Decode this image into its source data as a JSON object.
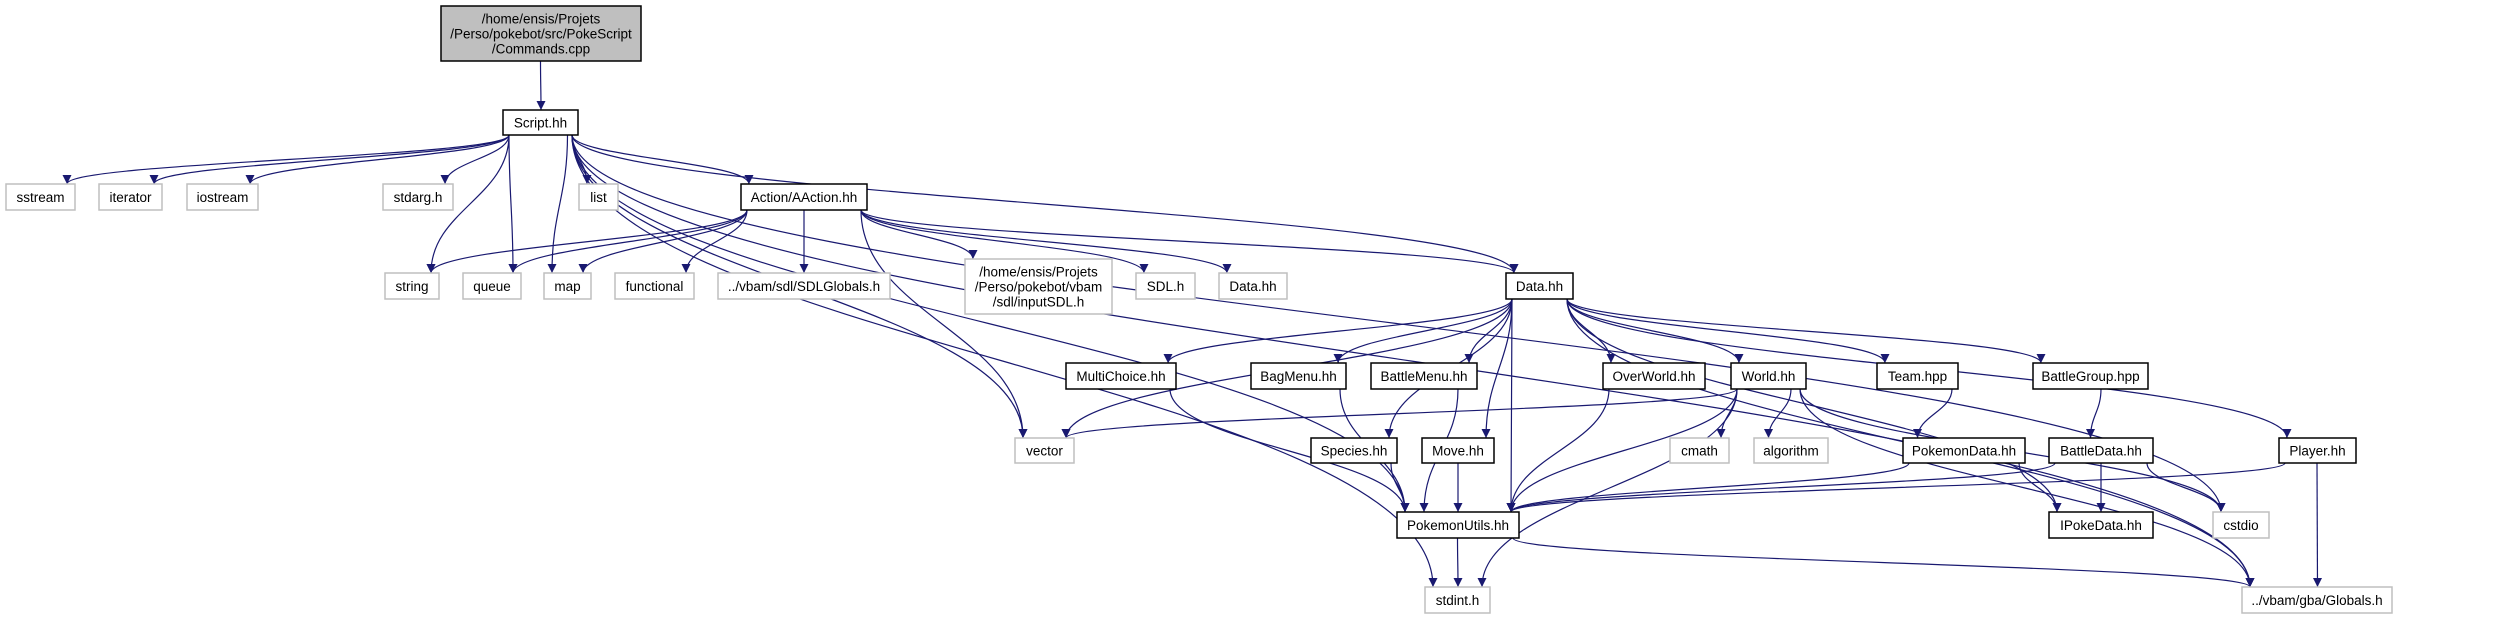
{
  "graph": {
    "edge_color": "#191970",
    "root_fill": "#bfbfbf",
    "external_border": "#bfbfbf",
    "nodes": [
      {
        "id": "commands",
        "lines": [
          "/home/ensis/Projets",
          "/Perso/pokebot/src/PokeScript",
          "/Commands.cpp"
        ],
        "kind": "root"
      },
      {
        "id": "script",
        "lines": [
          "Script.hh"
        ],
        "kind": "doc"
      },
      {
        "id": "sstream",
        "lines": [
          "sstream"
        ],
        "kind": "ext"
      },
      {
        "id": "iterator",
        "lines": [
          "iterator"
        ],
        "kind": "ext"
      },
      {
        "id": "iostream",
        "lines": [
          "iostream"
        ],
        "kind": "ext"
      },
      {
        "id": "stdarg",
        "lines": [
          "stdarg.h"
        ],
        "kind": "ext"
      },
      {
        "id": "list",
        "lines": [
          "list"
        ],
        "kind": "ext"
      },
      {
        "id": "aaction",
        "lines": [
          "Action/AAction.hh"
        ],
        "kind": "doc"
      },
      {
        "id": "string",
        "lines": [
          "string"
        ],
        "kind": "ext"
      },
      {
        "id": "queue",
        "lines": [
          "queue"
        ],
        "kind": "ext"
      },
      {
        "id": "map",
        "lines": [
          "map"
        ],
        "kind": "ext"
      },
      {
        "id": "functional",
        "lines": [
          "functional"
        ],
        "kind": "ext"
      },
      {
        "id": "sdlglobals",
        "lines": [
          "../vbam/sdl/SDLGlobals.h"
        ],
        "kind": "ext"
      },
      {
        "id": "inputsdl",
        "lines": [
          "/home/ensis/Projets",
          "/Perso/pokebot/vbam",
          "/sdl/inputSDL.h"
        ],
        "kind": "ext"
      },
      {
        "id": "sdlh",
        "lines": [
          "SDL.h"
        ],
        "kind": "ext"
      },
      {
        "id": "datahh_ext",
        "lines": [
          "Data.hh"
        ],
        "kind": "ext"
      },
      {
        "id": "data",
        "lines": [
          "Data.hh"
        ],
        "kind": "doc"
      },
      {
        "id": "multichoice",
        "lines": [
          "MultiChoice.hh"
        ],
        "kind": "doc"
      },
      {
        "id": "bagmenu",
        "lines": [
          "BagMenu.hh"
        ],
        "kind": "doc"
      },
      {
        "id": "battlemenu",
        "lines": [
          "BattleMenu.hh"
        ],
        "kind": "doc"
      },
      {
        "id": "overworld",
        "lines": [
          "OverWorld.hh"
        ],
        "kind": "doc"
      },
      {
        "id": "world",
        "lines": [
          "World.hh"
        ],
        "kind": "doc"
      },
      {
        "id": "team",
        "lines": [
          "Team.hpp"
        ],
        "kind": "doc"
      },
      {
        "id": "battlegroup",
        "lines": [
          "BattleGroup.hpp"
        ],
        "kind": "doc"
      },
      {
        "id": "vector",
        "lines": [
          "vector"
        ],
        "kind": "ext"
      },
      {
        "id": "species",
        "lines": [
          "Species.hh"
        ],
        "kind": "doc"
      },
      {
        "id": "move",
        "lines": [
          "Move.hh"
        ],
        "kind": "doc"
      },
      {
        "id": "cmath",
        "lines": [
          "cmath"
        ],
        "kind": "ext"
      },
      {
        "id": "algorithm",
        "lines": [
          "algorithm"
        ],
        "kind": "ext"
      },
      {
        "id": "pokemondata",
        "lines": [
          "PokemonData.hh"
        ],
        "kind": "doc"
      },
      {
        "id": "battledata",
        "lines": [
          "BattleData.hh"
        ],
        "kind": "doc"
      },
      {
        "id": "player",
        "lines": [
          "Player.hh"
        ],
        "kind": "doc"
      },
      {
        "id": "pokemonutils",
        "lines": [
          "PokemonUtils.hh"
        ],
        "kind": "doc"
      },
      {
        "id": "ipokedata",
        "lines": [
          "IPokeData.hh"
        ],
        "kind": "doc"
      },
      {
        "id": "cstdio",
        "lines": [
          "cstdio"
        ],
        "kind": "ext"
      },
      {
        "id": "stdint",
        "lines": [
          "stdint.h"
        ],
        "kind": "ext"
      },
      {
        "id": "globals",
        "lines": [
          "../vbam/gba/Globals.h"
        ],
        "kind": "ext"
      }
    ],
    "edges": [
      [
        "commands",
        "script"
      ],
      [
        "script",
        "sstream"
      ],
      [
        "script",
        "iterator"
      ],
      [
        "script",
        "iostream"
      ],
      [
        "script",
        "stdarg"
      ],
      [
        "script",
        "list"
      ],
      [
        "script",
        "aaction"
      ],
      [
        "script",
        "string"
      ],
      [
        "script",
        "queue"
      ],
      [
        "script",
        "map"
      ],
      [
        "script",
        "vector"
      ],
      [
        "script",
        "pokemonutils"
      ],
      [
        "script",
        "stdint"
      ],
      [
        "script",
        "data"
      ],
      [
        "script",
        "cstdio"
      ],
      [
        "script",
        "globals"
      ],
      [
        "aaction",
        "string"
      ],
      [
        "aaction",
        "queue"
      ],
      [
        "aaction",
        "map"
      ],
      [
        "aaction",
        "functional"
      ],
      [
        "aaction",
        "sdlglobals"
      ],
      [
        "aaction",
        "inputsdl"
      ],
      [
        "aaction",
        "sdlh"
      ],
      [
        "aaction",
        "datahh_ext"
      ],
      [
        "aaction",
        "data"
      ],
      [
        "aaction",
        "vector"
      ],
      [
        "data",
        "vector"
      ],
      [
        "data",
        "multichoice"
      ],
      [
        "data",
        "pokemonutils"
      ],
      [
        "data",
        "bagmenu"
      ],
      [
        "data",
        "battlemenu"
      ],
      [
        "data",
        "species"
      ],
      [
        "data",
        "move"
      ],
      [
        "data",
        "overworld"
      ],
      [
        "data",
        "world"
      ],
      [
        "data",
        "team"
      ],
      [
        "data",
        "battlegroup"
      ],
      [
        "data",
        "ipokedata"
      ],
      [
        "data",
        "player"
      ],
      [
        "data",
        "globals"
      ],
      [
        "multichoice",
        "pokemonutils"
      ],
      [
        "bagmenu",
        "pokemonutils"
      ],
      [
        "battlemenu",
        "pokemonutils"
      ],
      [
        "overworld",
        "pokemonutils"
      ],
      [
        "species",
        "pokemonutils"
      ],
      [
        "move",
        "pokemonutils"
      ],
      [
        "world",
        "vector"
      ],
      [
        "world",
        "pokemonutils"
      ],
      [
        "world",
        "cmath"
      ],
      [
        "world",
        "algorithm"
      ],
      [
        "world",
        "stdint"
      ],
      [
        "world",
        "globals"
      ],
      [
        "world",
        "cstdio"
      ],
      [
        "team",
        "pokemondata"
      ],
      [
        "battlegroup",
        "battledata"
      ],
      [
        "pokemondata",
        "pokemonutils"
      ],
      [
        "pokemondata",
        "ipokedata"
      ],
      [
        "battledata",
        "pokemonutils"
      ],
      [
        "battledata",
        "ipokedata"
      ],
      [
        "battledata",
        "cstdio"
      ],
      [
        "player",
        "pokemonutils"
      ],
      [
        "player",
        "globals"
      ],
      [
        "pokemonutils",
        "stdint"
      ],
      [
        "pokemonutils",
        "globals"
      ]
    ]
  }
}
